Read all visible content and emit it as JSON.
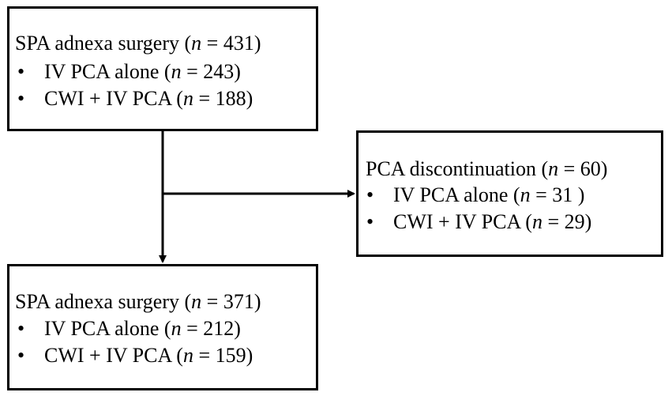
{
  "boxes": {
    "top": {
      "title_prefix": "SPA adnexa surgery (",
      "title_n": "n",
      "title_suffix": " = 431)",
      "items": [
        {
          "bullet": "•",
          "prefix": "IV PCA alone (",
          "n": "n",
          "suffix": " = 243)"
        },
        {
          "bullet": "•",
          "prefix": "CWI + IV PCA (",
          "n": "n",
          "suffix": " = 188)"
        }
      ]
    },
    "right": {
      "title_prefix": "PCA discontinuation (",
      "title_n": "n",
      "title_suffix": " = 60)",
      "items": [
        {
          "bullet": "•",
          "prefix": "IV PCA alone (",
          "n": "n",
          "suffix": " = 31 )"
        },
        {
          "bullet": "•",
          "prefix": "CWI + IV PCA (",
          "n": "n",
          "suffix": " = 29)"
        }
      ]
    },
    "bottom": {
      "title_prefix": "SPA adnexa surgery (",
      "title_n": "n",
      "title_suffix": " = 371)",
      "items": [
        {
          "bullet": "•",
          "prefix": "IV PCA alone (",
          "n": "n",
          "suffix": " = 212)"
        },
        {
          "bullet": "•",
          "prefix": "CWI + IV PCA (",
          "n": "n",
          "suffix": " = 159)"
        }
      ]
    }
  },
  "colors": {
    "line": "#000000",
    "background": "#ffffff"
  }
}
